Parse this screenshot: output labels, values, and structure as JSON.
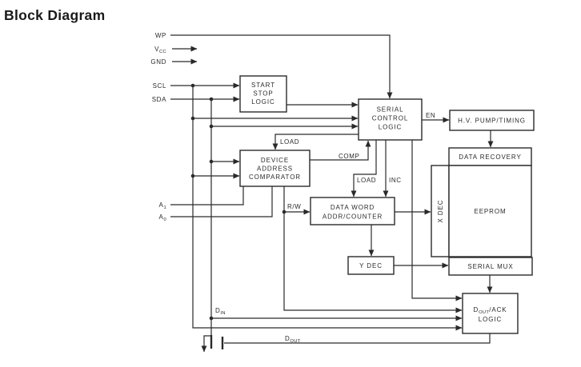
{
  "title": "Block Diagram",
  "pins": {
    "wp": "WP",
    "vcc_base": "V",
    "vcc_sub": "CC",
    "gnd": "GND",
    "scl": "SCL",
    "sda": "SDA",
    "a1_base": "A",
    "a1_sub": "1",
    "a0_base": "A",
    "a0_sub": "0",
    "din_base": "D",
    "din_sub": "IN",
    "dout_base": "D",
    "dout_sub": "OUT"
  },
  "blocks": {
    "start_stop_logic": {
      "line1": "START",
      "line2": "STOP",
      "line3": "LOGIC"
    },
    "serial_control_logic": {
      "line1": "SERIAL",
      "line2": "CONTROL",
      "line3": "LOGIC"
    },
    "hv_pump_timing": {
      "label": "H.V. PUMP/TIMING"
    },
    "data_recovery": {
      "label": "DATA RECOVERY"
    },
    "x_dec": {
      "label": "X DEC"
    },
    "eeprom": {
      "label": "EEPROM"
    },
    "serial_mux": {
      "label": "SERIAL MUX"
    },
    "device_address_comparator": {
      "line1": "DEVICE",
      "line2": "ADDRESS",
      "line3": "COMPARATOR"
    },
    "data_word_addr_counter": {
      "line1": "DATA WORD",
      "line2": "ADDR/COUNTER"
    },
    "y_dec": {
      "label": "Y DEC"
    },
    "dout_ack_logic": {
      "line1_base": "D",
      "line1_sub": "OUT",
      "line1_rest": "/ACK",
      "line2": "LOGIC"
    }
  },
  "wire_labels": {
    "load_to_comparator": "LOAD",
    "comp": "COMP",
    "load_to_counter": "LOAD",
    "inc": "INC",
    "rw": "R/W",
    "en": "EN"
  },
  "colors": {
    "line": "#2a2a2a",
    "text": "#2a2a2a",
    "title": "#1a1a1a",
    "background": "#ffffff"
  }
}
